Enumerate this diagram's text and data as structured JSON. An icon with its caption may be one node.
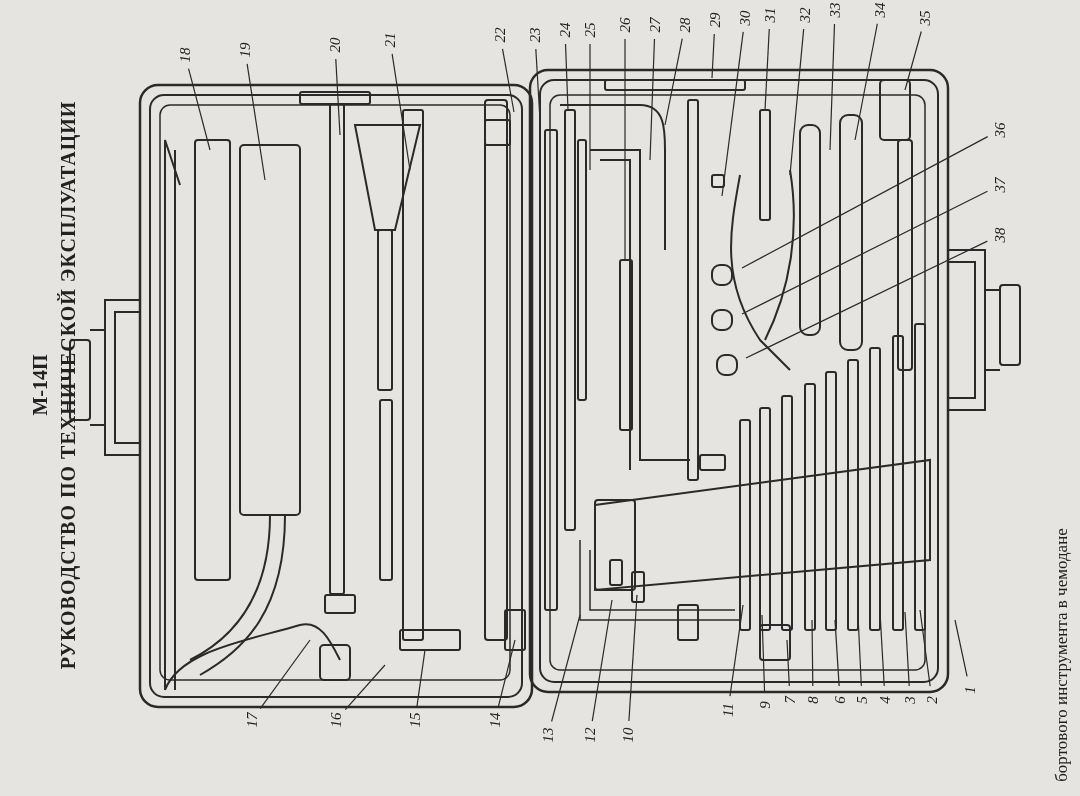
{
  "diagram": {
    "title": "М-14П",
    "caption": "бортового инструмента в чемодане",
    "labels": [
      "РУКОВОДСТВО ПО ТЕХНИЧЕСКОЙ ЭКСПЛУАТАЦИИ"
    ],
    "nodes": [
      {
        "text": [
          "1"
        ]
      },
      {
        "text": [
          "2"
        ]
      },
      {
        "text": [
          "3"
        ]
      },
      {
        "text": [
          "4"
        ]
      },
      {
        "text": [
          "5"
        ]
      },
      {
        "text": [
          "6"
        ]
      },
      {
        "text": [
          "7"
        ]
      },
      {
        "text": [
          "8"
        ]
      },
      {
        "text": [
          "9"
        ]
      },
      {
        "text": [
          "10"
        ]
      },
      {
        "text": [
          "11"
        ]
      },
      {
        "text": [
          "12"
        ]
      },
      {
        "text": [
          "13"
        ]
      },
      {
        "text": [
          "14"
        ]
      },
      {
        "text": [
          "15"
        ]
      },
      {
        "text": [
          "16"
        ]
      },
      {
        "text": [
          "17"
        ]
      },
      {
        "text": [
          "18"
        ]
      },
      {
        "text": [
          "19"
        ]
      },
      {
        "text": [
          "20"
        ]
      },
      {
        "text": [
          "21"
        ]
      },
      {
        "text": [
          "22"
        ]
      },
      {
        "text": [
          "23"
        ]
      },
      {
        "text": [
          "24"
        ]
      },
      {
        "text": [
          "25"
        ]
      },
      {
        "text": [
          "26"
        ]
      },
      {
        "text": [
          "27"
        ]
      },
      {
        "text": [
          "28"
        ]
      },
      {
        "text": [
          "29"
        ]
      },
      {
        "text": [
          "30"
        ]
      },
      {
        "text": [
          "31"
        ]
      },
      {
        "text": [
          "32"
        ]
      },
      {
        "text": [
          "33"
        ]
      },
      {
        "text": [
          "34"
        ]
      },
      {
        "text": [
          "35"
        ]
      },
      {
        "text": [
          "36"
        ]
      },
      {
        "text": [
          "37"
        ]
      },
      {
        "text": [
          "38"
        ]
      }
    ],
    "edges": [
      {
        "from": 0,
        "to": null,
        "arrow": "none"
      },
      {
        "from": 1,
        "to": null,
        "arrow": "none"
      },
      {
        "from": 2,
        "to": null,
        "arrow": "none"
      },
      {
        "from": 3,
        "to": null,
        "arrow": "none"
      },
      {
        "from": 4,
        "to": null,
        "arrow": "none"
      },
      {
        "from": 5,
        "to": null,
        "arrow": "none"
      },
      {
        "from": 6,
        "to": null,
        "arrow": "none"
      },
      {
        "from": 7,
        "to": null,
        "arrow": "none"
      },
      {
        "from": 8,
        "to": null,
        "arrow": "none"
      },
      {
        "from": 9,
        "to": null,
        "arrow": "none"
      },
      {
        "from": 10,
        "to": null,
        "arrow": "none"
      },
      {
        "from": 11,
        "to": null,
        "arrow": "none"
      },
      {
        "from": 12,
        "to": null,
        "arrow": "none"
      },
      {
        "from": 13,
        "to": null,
        "arrow": "none"
      },
      {
        "from": 14,
        "to": null,
        "arrow": "none"
      },
      {
        "from": 15,
        "to": null,
        "arrow": "none"
      },
      {
        "from": 16,
        "to": null,
        "arrow": "none"
      },
      {
        "from": 17,
        "to": null,
        "arrow": "none"
      },
      {
        "from": 18,
        "to": null,
        "arrow": "none"
      },
      {
        "from": 19,
        "to": null,
        "arrow": "none"
      },
      {
        "from": 20,
        "to": null,
        "arrow": "none"
      },
      {
        "from": 21,
        "to": null,
        "arrow": "none"
      },
      {
        "from": 22,
        "to": null,
        "arrow": "none"
      },
      {
        "from": 23,
        "to": null,
        "arrow": "none"
      },
      {
        "from": 24,
        "to": null,
        "arrow": "none"
      },
      {
        "from": 25,
        "to": null,
        "arrow": "none"
      },
      {
        "from": 26,
        "to": null,
        "arrow": "none"
      },
      {
        "from": 27,
        "to": null,
        "arrow": "none"
      },
      {
        "from": 28,
        "to": null,
        "arrow": "none"
      },
      {
        "from": 29,
        "to": null,
        "arrow": "none"
      },
      {
        "from": 30,
        "to": null,
        "arrow": "none"
      },
      {
        "from": 31,
        "to": null,
        "arrow": "none"
      },
      {
        "from": 32,
        "to": null,
        "arrow": "none"
      },
      {
        "from": 33,
        "to": null,
        "arrow": "none"
      },
      {
        "from": 34,
        "to": null,
        "arrow": "none"
      },
      {
        "from": 35,
        "to": null,
        "arrow": "none"
      },
      {
        "from": 36,
        "to": null,
        "arrow": "none"
      },
      {
        "from": 37,
        "to": null,
        "arrow": "none"
      }
    ]
  }
}
